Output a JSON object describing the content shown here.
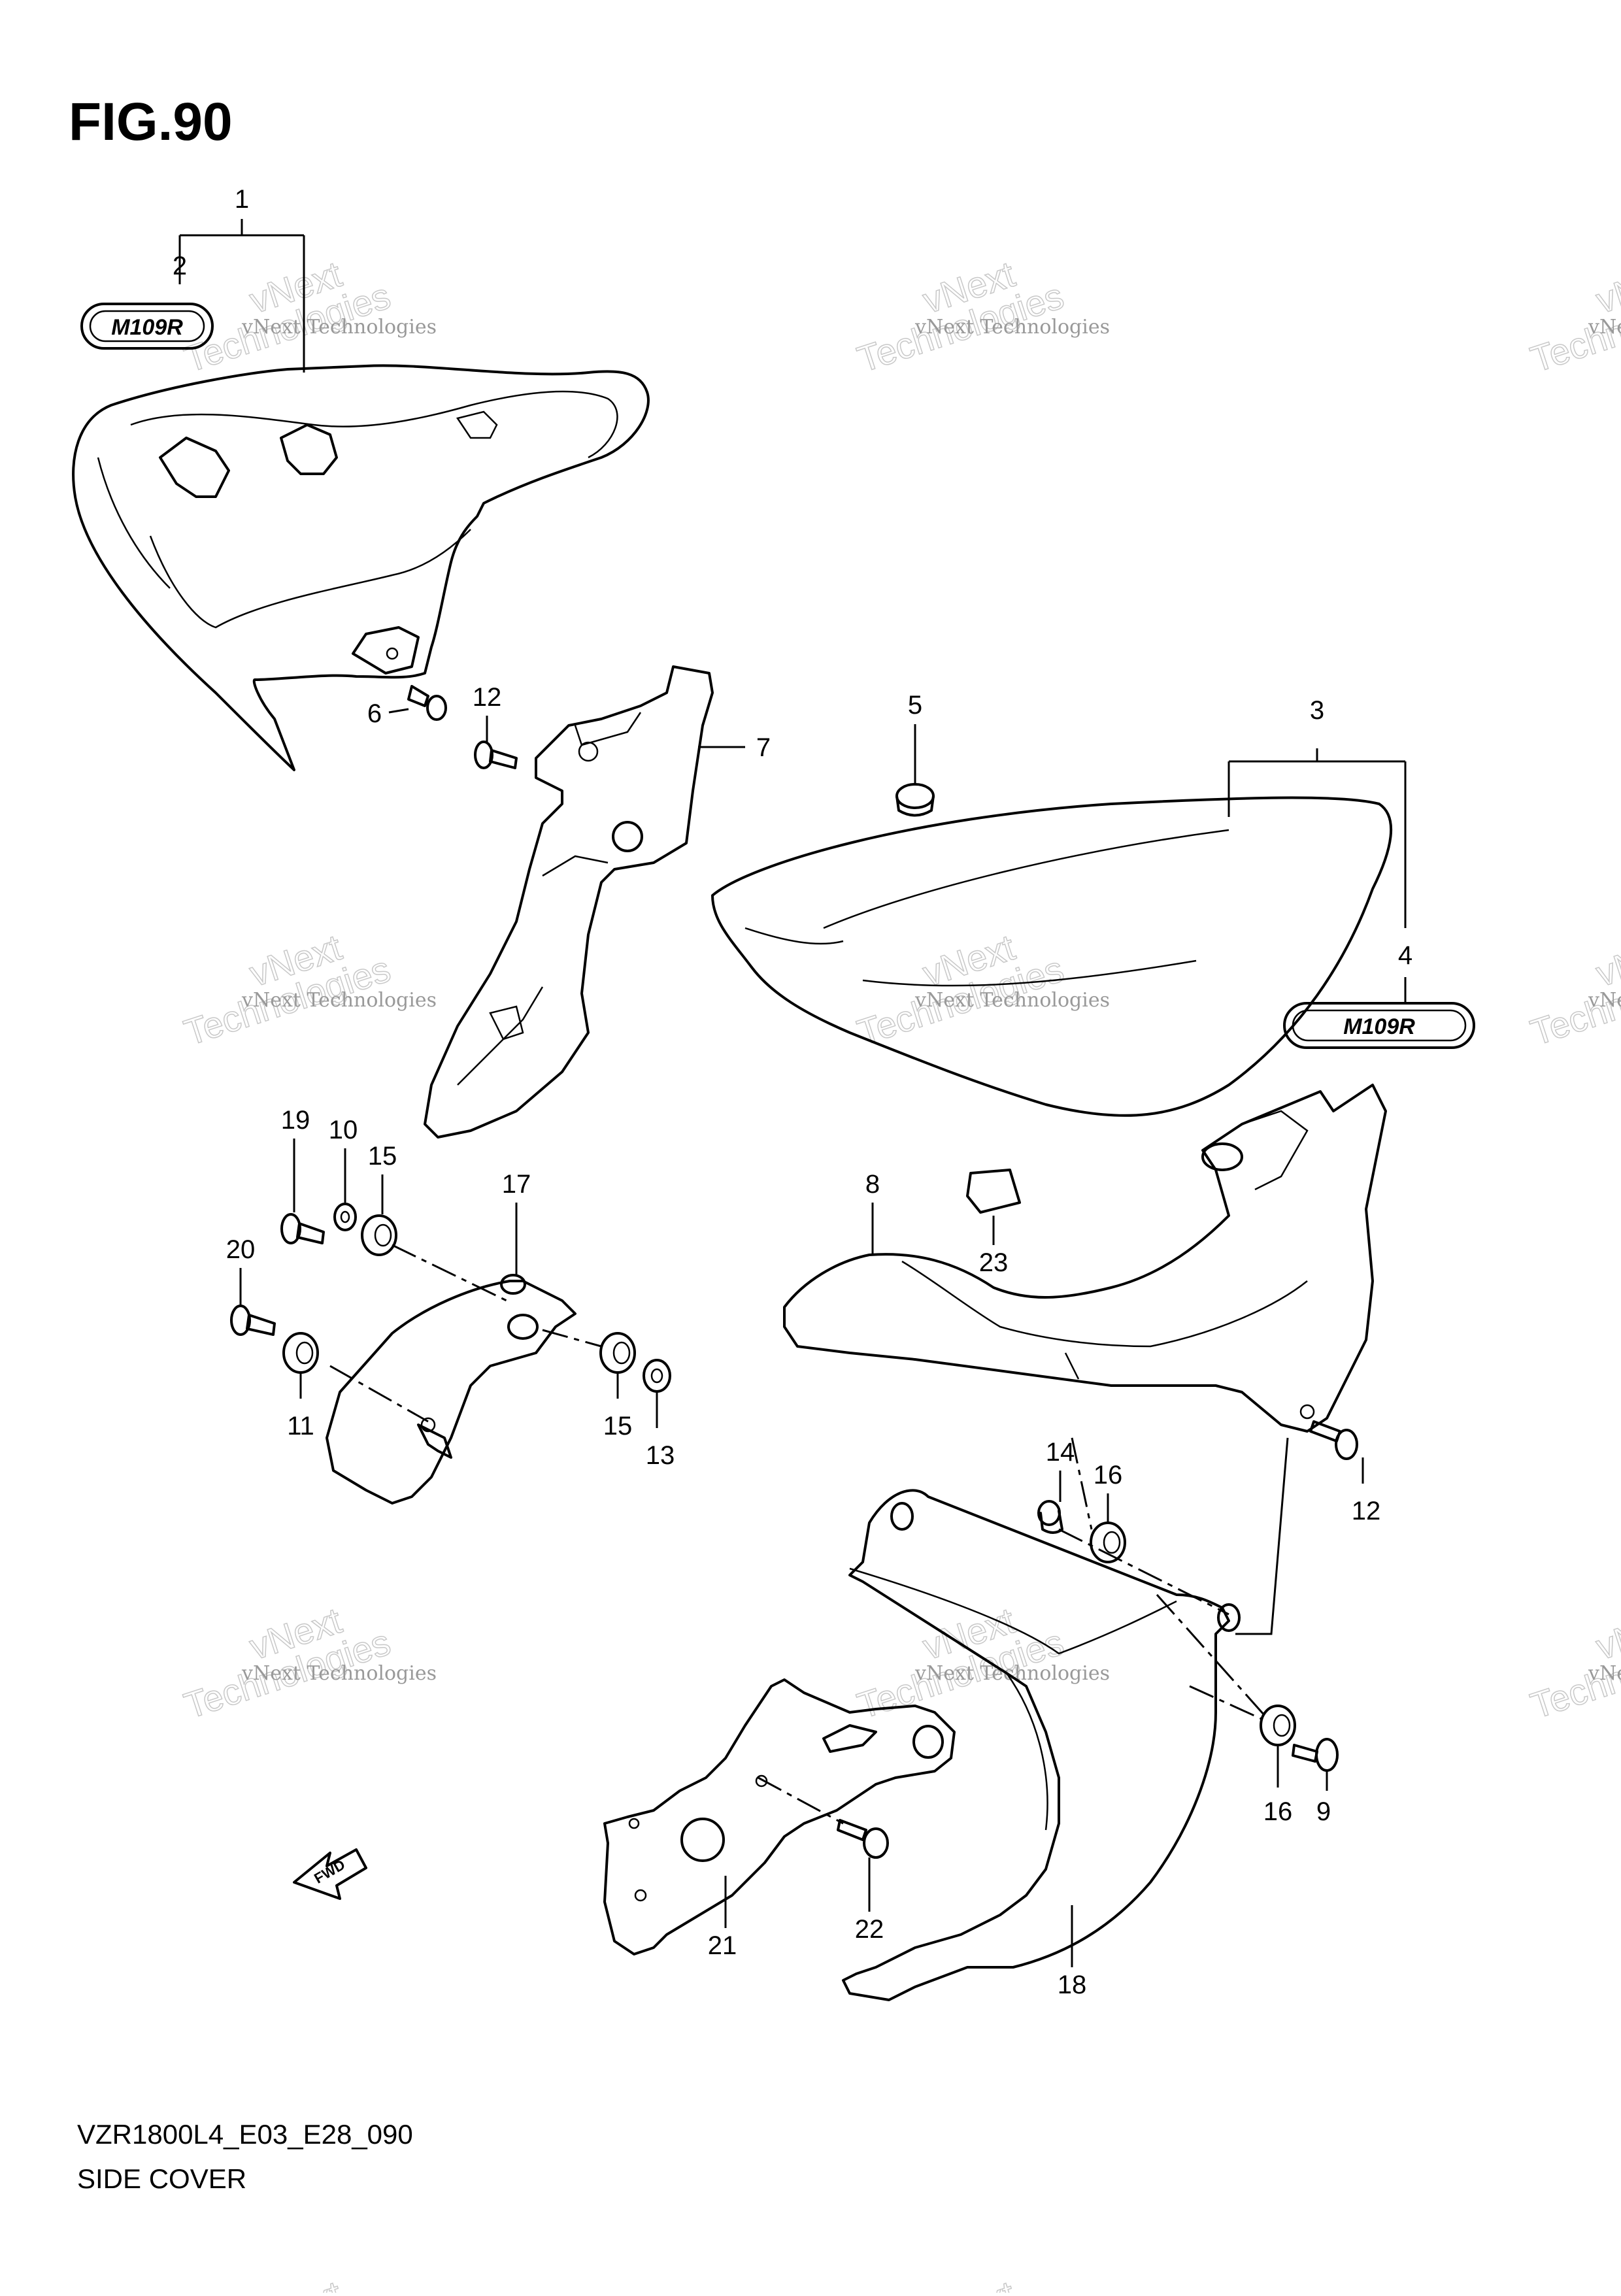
{
  "figure": {
    "title": "FIG.90",
    "code": "VZR1800L4_E03_E28_090",
    "name": "SIDE COVER"
  },
  "emblem_text": "M109R",
  "fwd_label": "FWD",
  "watermark": {
    "line1": "vNext Technologies",
    "line2": "vNext",
    "line3": "Technologies"
  },
  "callouts": [
    "1",
    "2",
    "3",
    "4",
    "5",
    "6",
    "7",
    "8",
    "9",
    "10",
    "11",
    "12",
    "12",
    "13",
    "14",
    "15",
    "15",
    "16",
    "16",
    "17",
    "18",
    "19",
    "20",
    "21",
    "22",
    "23"
  ]
}
